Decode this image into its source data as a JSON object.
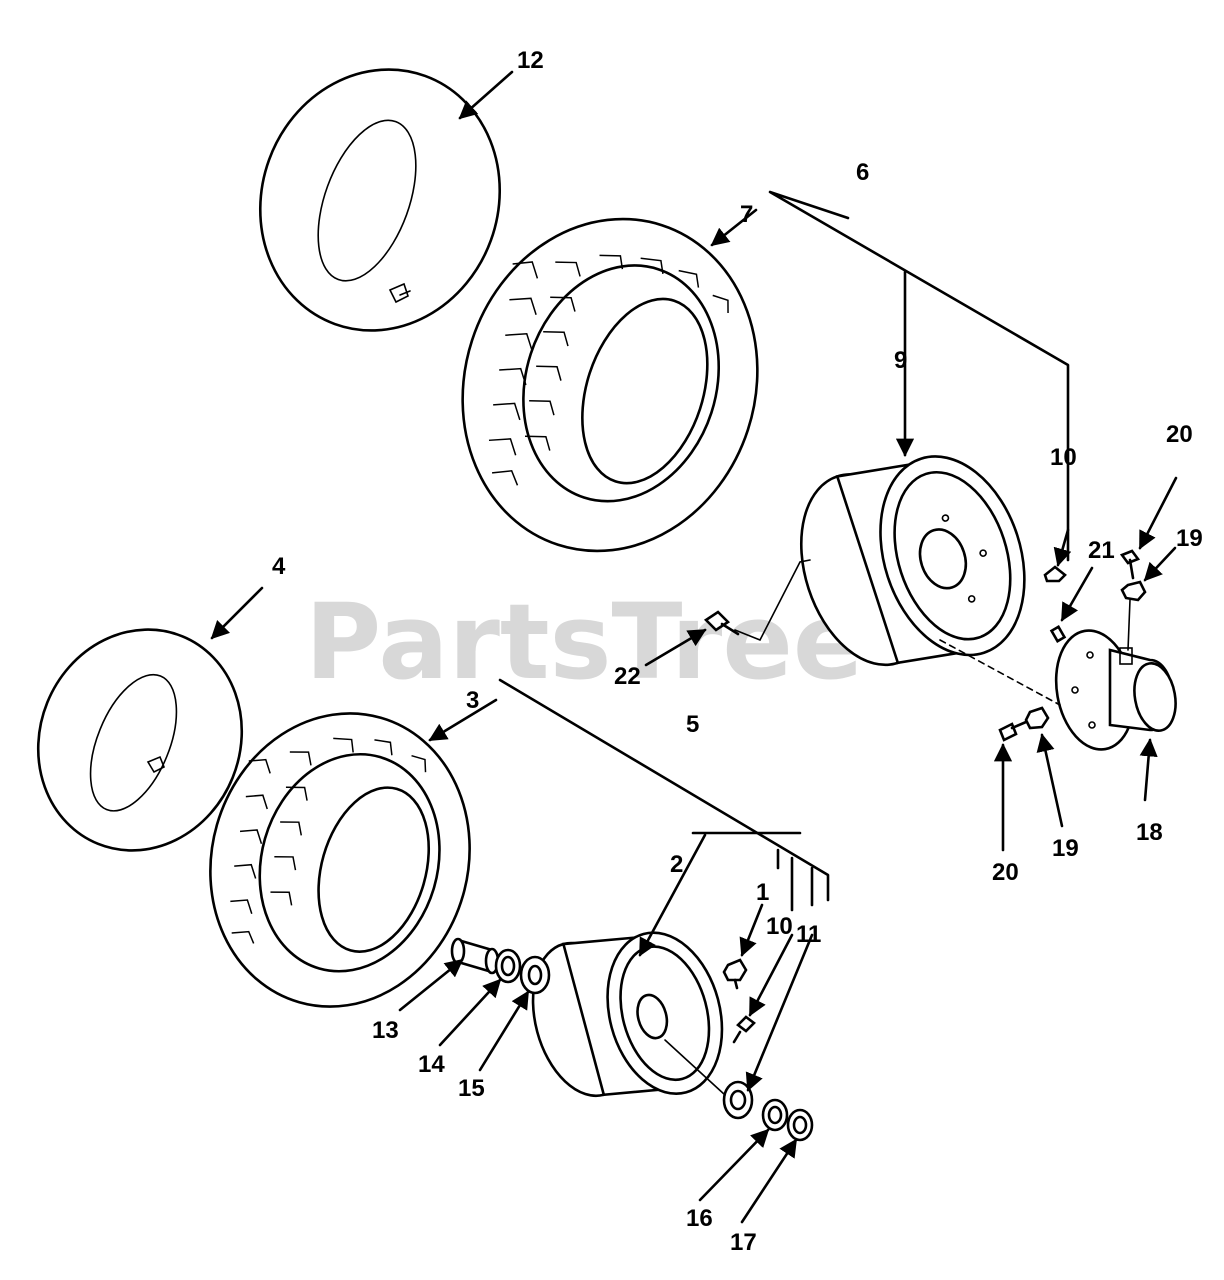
{
  "watermark": "PartsTree",
  "callouts": {
    "c1": "1",
    "c2": "2",
    "c3": "3",
    "c4": "4",
    "c5": "5",
    "c6": "6",
    "c7": "7",
    "c9": "9",
    "c10a": "10",
    "c10b": "10",
    "c11": "11",
    "c12": "12",
    "c13": "13",
    "c14": "14",
    "c15": "15",
    "c16": "16",
    "c17": "17",
    "c18": "18",
    "c19a": "19",
    "c19b": "19",
    "c20a": "20",
    "c20b": "20",
    "c21": "21",
    "c22": "22"
  }
}
